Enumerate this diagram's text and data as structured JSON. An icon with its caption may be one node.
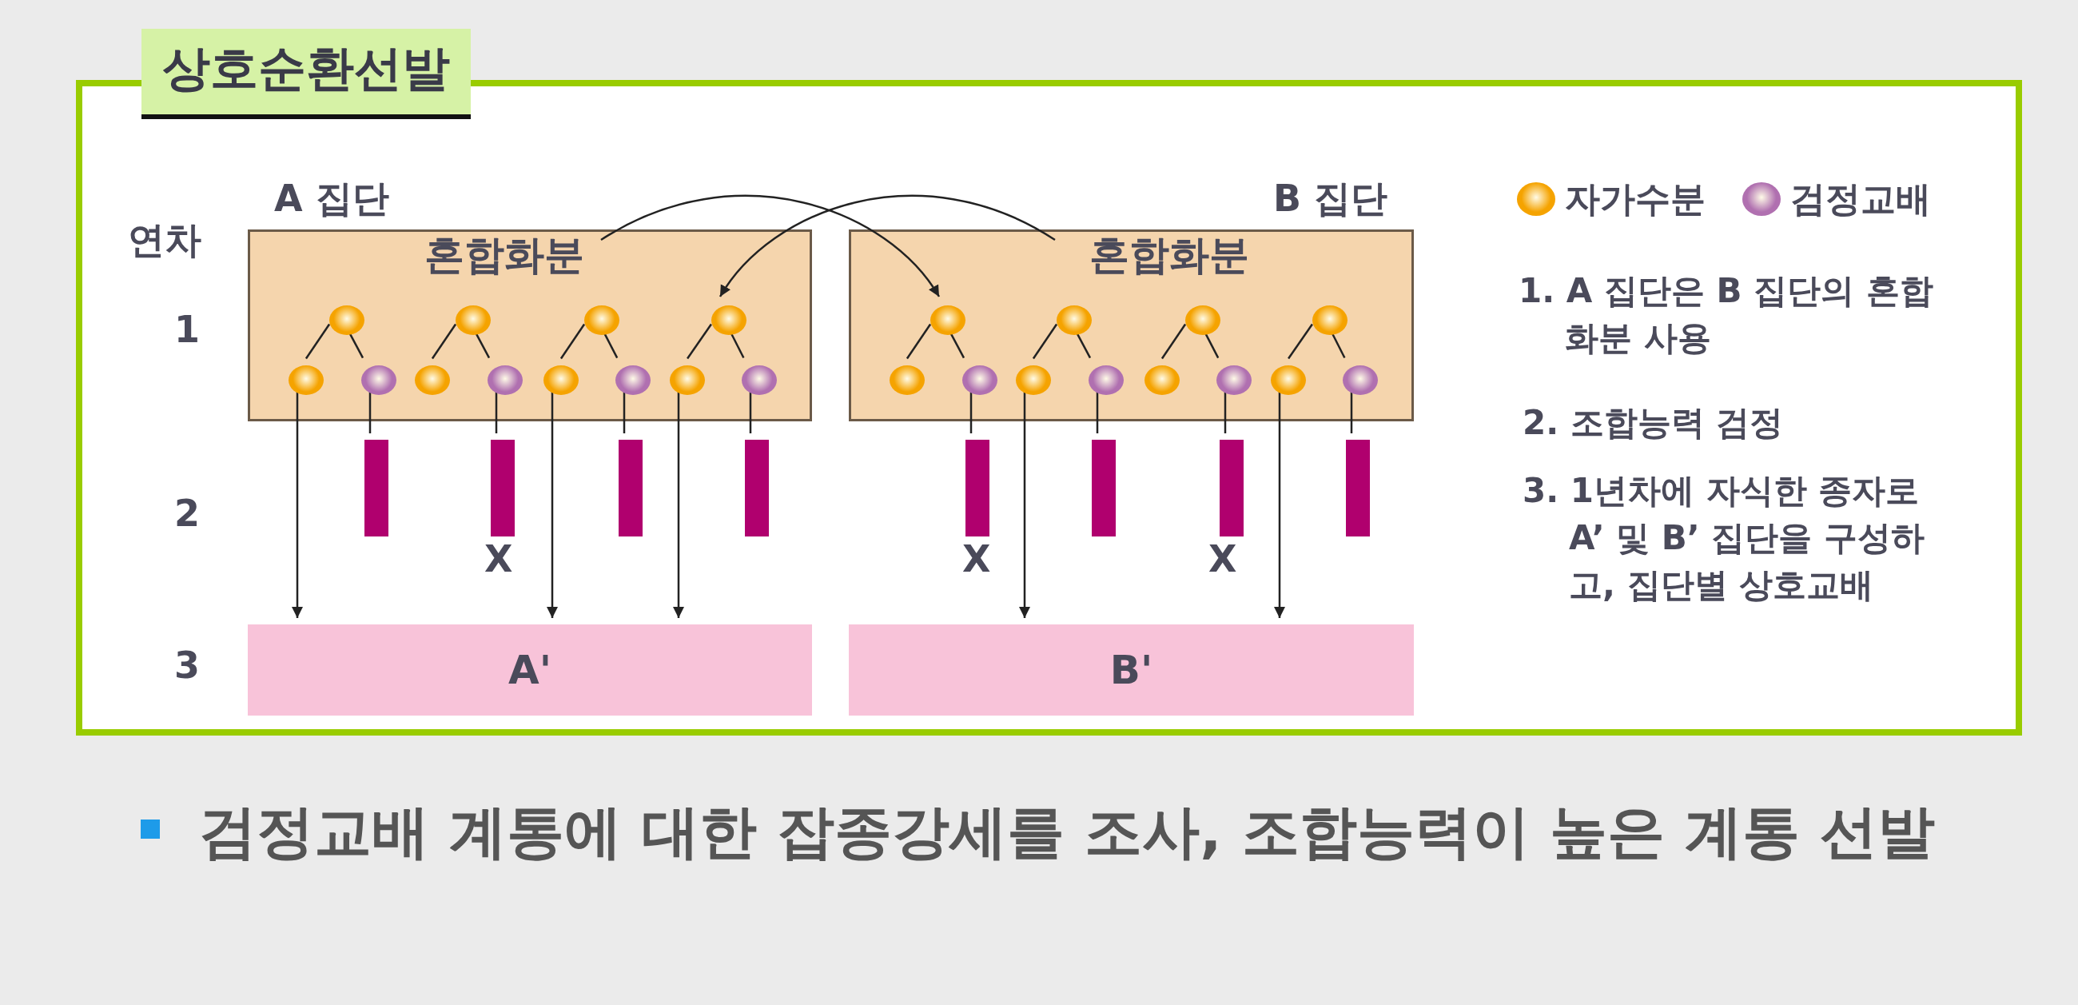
{
  "diagram": {
    "nodes": [
      {
        "text": [
          "상호순환선발"
        ]
      },
      {
        "text": [
          "A 집단"
        ],
        "in": 0
      },
      {
        "text": [
          "혼합화분"
        ],
        "in": 1
      },
      {
        "text": [],
        "shape": "circle",
        "in": 1
      },
      {
        "text": [],
        "shape": "circle",
        "in": 1
      },
      {
        "text": [],
        "shape": "circle",
        "in": 1
      },
      {
        "text": [],
        "shape": "circle",
        "in": 1
      },
      {
        "text": [],
        "shape": "circle",
        "in": 1
      },
      {
        "text": [],
        "shape": "circle",
        "in": 1
      },
      {
        "text": [],
        "shape": "circle",
        "in": 1
      },
      {
        "text": [],
        "shape": "circle",
        "in": 1
      },
      {
        "text": [],
        "shape": "circle",
        "in": 1
      },
      {
        "text": [],
        "shape": "circle",
        "in": 1
      },
      {
        "text": [],
        "shape": "circle",
        "in": 1
      },
      {
        "text": [],
        "shape": "circle",
        "in": 1
      },
      {
        "text": [],
        "shape": "bar",
        "in": 0
      },
      {
        "text": [],
        "shape": "bar",
        "in": 0
      },
      {
        "text": [],
        "shape": "bar",
        "in": 0
      },
      {
        "text": [],
        "shape": "bar",
        "in": 0
      },
      {
        "text": [
          "B 집단"
        ],
        "in": 0
      },
      {
        "text": [
          "혼합화분"
        ],
        "in": 19
      },
      {
        "text": [],
        "shape": "circle",
        "in": 19
      },
      {
        "text": [],
        "shape": "circle",
        "in": 19
      },
      {
        "text": [],
        "shape": "circle",
        "in": 19
      },
      {
        "text": [],
        "shape": "circle",
        "in": 19
      },
      {
        "text": [],
        "shape": "circle",
        "in": 19
      },
      {
        "text": [],
        "shape": "circle",
        "in": 19
      },
      {
        "text": [],
        "shape": "circle",
        "in": 19
      },
      {
        "text": [],
        "shape": "circle",
        "in": 19
      },
      {
        "text": [],
        "shape": "circle",
        "in": 19
      },
      {
        "text": [],
        "shape": "circle",
        "in": 19
      },
      {
        "text": [],
        "shape": "circle",
        "in": 19
      },
      {
        "text": [],
        "shape": "circle",
        "in": 19
      },
      {
        "text": [],
        "shape": "bar",
        "in": 0
      },
      {
        "text": [],
        "shape": "bar",
        "in": 0
      },
      {
        "text": [],
        "shape": "bar",
        "in": 0
      },
      {
        "text": [],
        "shape": "bar",
        "in": 0
      },
      {
        "text": [
          "A'"
        ],
        "in": 0
      },
      {
        "text": [
          "B'"
        ],
        "in": 0
      }
    ],
    "edges": [
      {
        "from": 3,
        "to": 4,
        "arrow": "none"
      },
      {
        "from": 3,
        "to": 5,
        "arrow": "none"
      },
      {
        "from": 5,
        "to": 15,
        "arrow": "none"
      },
      {
        "from": 6,
        "to": 7,
        "arrow": "none"
      },
      {
        "from": 6,
        "to": 8,
        "arrow": "none"
      },
      {
        "from": 8,
        "to": 16,
        "arrow": "none"
      },
      {
        "from": 9,
        "to": 10,
        "arrow": "none"
      },
      {
        "from": 9,
        "to": 11,
        "arrow": "none"
      },
      {
        "from": 11,
        "to": 17,
        "arrow": "none"
      },
      {
        "from": 12,
        "to": 13,
        "arrow": "none"
      },
      {
        "from": 12,
        "to": 14,
        "arrow": "none"
      },
      {
        "from": 14,
        "to": 18,
        "arrow": "none"
      },
      {
        "from": 21,
        "to": 22,
        "arrow": "none"
      },
      {
        "from": 21,
        "to": 23,
        "arrow": "none"
      },
      {
        "from": 23,
        "to": 33,
        "arrow": "none"
      },
      {
        "from": 24,
        "to": 25,
        "arrow": "none"
      },
      {
        "from": 24,
        "to": 26,
        "arrow": "none"
      },
      {
        "from": 26,
        "to": 34,
        "arrow": "none"
      },
      {
        "from": 27,
        "to": 28,
        "arrow": "none"
      },
      {
        "from": 27,
        "to": 29,
        "arrow": "none"
      },
      {
        "from": 29,
        "to": 35,
        "arrow": "none"
      },
      {
        "from": 30,
        "to": 31,
        "arrow": "none"
      },
      {
        "from": 30,
        "to": 32,
        "arrow": "none"
      },
      {
        "from": 32,
        "to": 36,
        "arrow": "none"
      },
      {
        "from": 4,
        "to": 37,
        "arrow": "to"
      },
      {
        "from": 10,
        "to": 37,
        "arrow": "to"
      },
      {
        "from": 13,
        "to": 37,
        "arrow": "to"
      },
      {
        "from": 25,
        "to": 38,
        "arrow": "to"
      },
      {
        "from": 31,
        "to": 38,
        "arrow": "to"
      },
      {
        "from": 2,
        "to": 21,
        "arrow": "to"
      },
      {
        "from": 20,
        "to": 12,
        "arrow": "to"
      }
    ],
    "labels": [
      "연차",
      "1",
      "2",
      "3",
      "X",
      "X",
      "X",
      "1. A 집단은 B 집단의 혼합화분 사용",
      "2. 조합능력 검정",
      "3. 1년차에 자식한 종자로 A’ 및 B’ 집단을 구성하고, 집단별 상호교배",
      "검정교배 계통에 대한 잡종강세를 조사, 조합능력이 높은 계통 선발"
    ],
    "legend": [
      {
        "text": "자가수분",
        "color": "#f5a300"
      },
      {
        "text": "검정교배",
        "color": "#b070b0"
      }
    ]
  }
}
